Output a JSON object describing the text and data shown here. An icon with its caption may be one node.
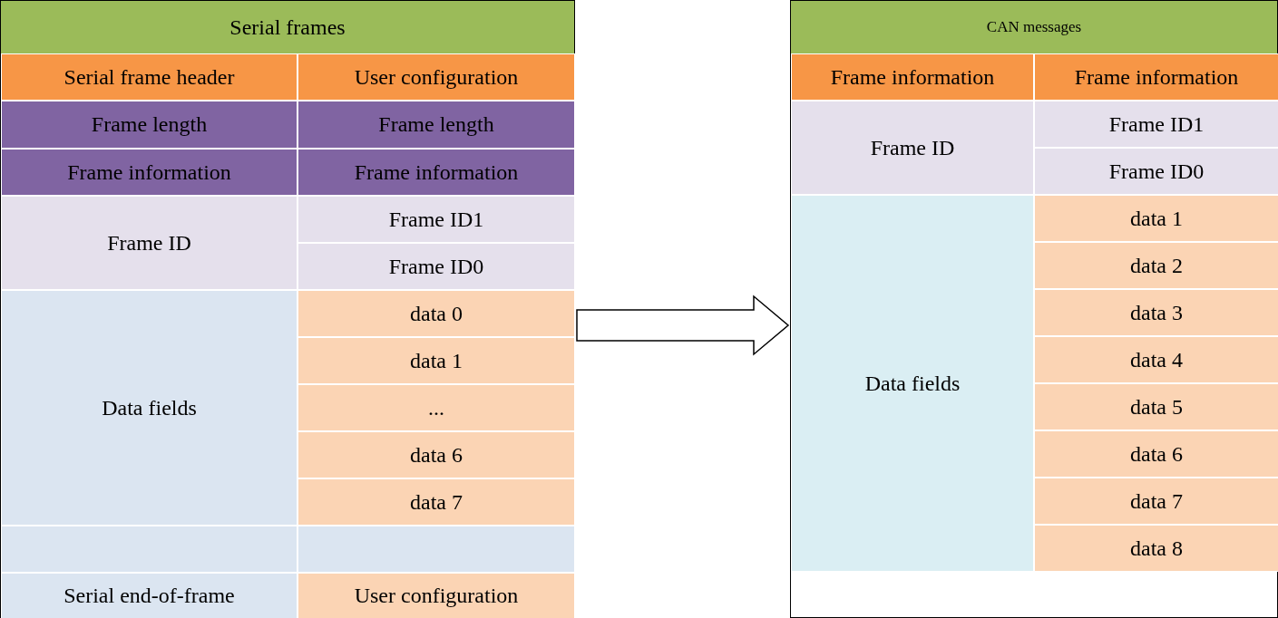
{
  "diagram": {
    "nodes": [
      {
        "text": [
          "Serial frames"
        ]
      },
      {
        "text": [
          "Serial frame header"
        ],
        "in": 0
      },
      {
        "text": [
          "User configuration"
        ],
        "in": 0
      },
      {
        "text": [
          "Frame length"
        ],
        "in": 0
      },
      {
        "text": [
          "Frame length"
        ],
        "in": 0
      },
      {
        "text": [
          "Frame information"
        ],
        "in": 0
      },
      {
        "text": [
          "Frame information"
        ],
        "in": 0
      },
      {
        "text": [
          "Frame ID"
        ],
        "in": 0
      },
      {
        "text": [
          "Frame ID1"
        ],
        "in": 0
      },
      {
        "text": [
          "Frame ID0"
        ],
        "in": 0
      },
      {
        "text": [
          "Data fields"
        ],
        "in": 0
      },
      {
        "text": [
          "data 0"
        ],
        "in": 0
      },
      {
        "text": [
          "data 1"
        ],
        "in": 0
      },
      {
        "text": [
          "..."
        ],
        "in": 0
      },
      {
        "text": [
          "data 6"
        ],
        "in": 0
      },
      {
        "text": [
          "data 7"
        ],
        "in": 0
      },
      {
        "text": [],
        "shape": "box",
        "in": 0
      },
      {
        "text": [],
        "shape": "box",
        "in": 0
      },
      {
        "text": [
          "Serial end-of-frame"
        ],
        "in": 0
      },
      {
        "text": [
          "User configuration"
        ],
        "in": 0
      },
      {
        "text": [
          "CAN messages"
        ]
      },
      {
        "text": [
          "Frame information"
        ],
        "in": 20
      },
      {
        "text": [
          "Frame information"
        ],
        "in": 20
      },
      {
        "text": [
          "Frame ID"
        ],
        "in": 20
      },
      {
        "text": [
          "Frame ID1"
        ],
        "in": 20
      },
      {
        "text": [
          "Frame ID0"
        ],
        "in": 20
      },
      {
        "text": [
          "Data fields"
        ],
        "in": 20
      },
      {
        "text": [
          "data 1"
        ],
        "in": 20
      },
      {
        "text": [
          "data 2"
        ],
        "in": 20
      },
      {
        "text": [
          "data 3"
        ],
        "in": 20
      },
      {
        "text": [
          "data 4"
        ],
        "in": 20
      },
      {
        "text": [
          "data 5"
        ],
        "in": 20
      },
      {
        "text": [
          "data 6"
        ],
        "in": 20
      },
      {
        "text": [
          "data 7"
        ],
        "in": 20
      },
      {
        "text": [
          "data 8"
        ],
        "in": 20
      }
    ],
    "edges": [
      {
        "from": 0,
        "to": 20,
        "arrow": "to"
      }
    ]
  }
}
